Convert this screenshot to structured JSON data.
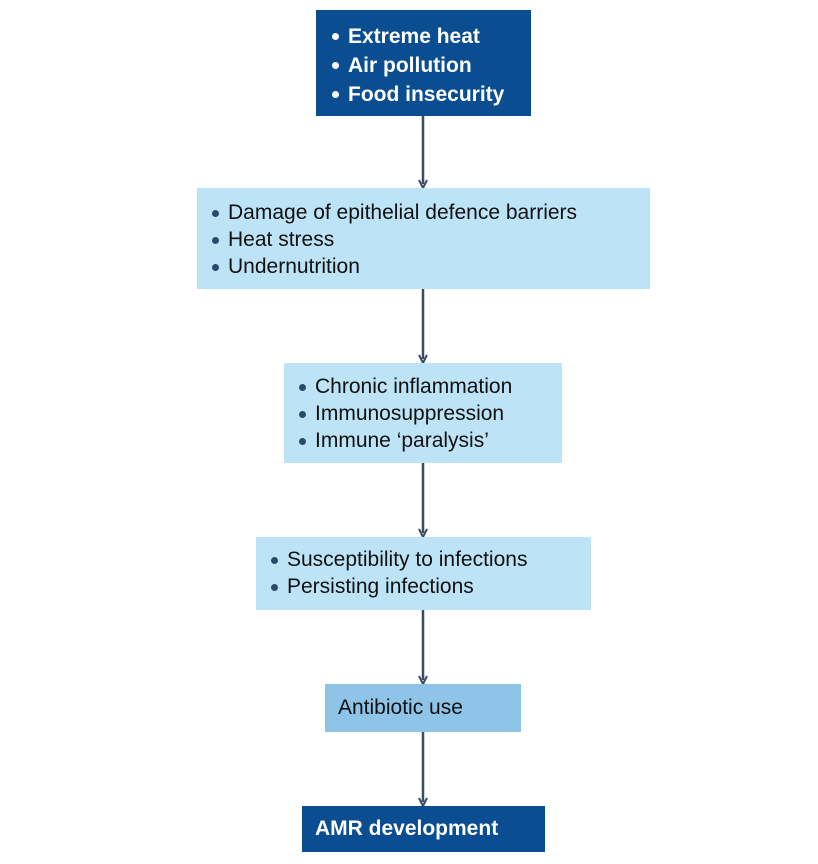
{
  "flow": {
    "box1": {
      "items": [
        "Extreme heat",
        "Air pollution",
        "Food insecurity"
      ]
    },
    "box2": {
      "items": [
        "Damage of epithelial defence barriers",
        "Heat stress",
        "Undernutrition"
      ]
    },
    "box3": {
      "items": [
        "Chronic inflammation",
        "Immunosuppression",
        "Immune ‘paralysis’"
      ]
    },
    "box4": {
      "items": [
        "Susceptibility to infections",
        "Persisting infections"
      ]
    },
    "box5": {
      "label": "Antibiotic use"
    },
    "box6": {
      "label": "AMR development"
    }
  },
  "colors": {
    "dark_box": "#0a4d91",
    "light_box": "#bde3f7",
    "mid_box": "#8dc4e8",
    "arrow": "#3a4d63"
  }
}
